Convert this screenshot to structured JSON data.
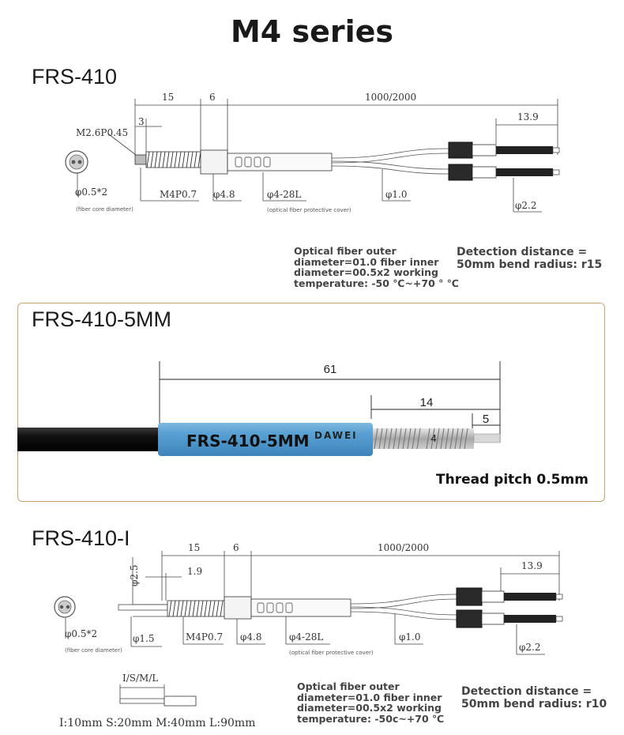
{
  "title": "M4 series",
  "section1": {
    "model": "FRS-410",
    "dims": {
      "d15": "15",
      "d6": "6",
      "d1000": "1000/2000",
      "d3": "3",
      "d139": "13.9",
      "thread_tip": "M2.6P0.45",
      "thread": "M4P0.7",
      "phi48": "φ4.8",
      "cover": "φ4-28L",
      "phi10": "φ1.0",
      "phi22": "φ2.2",
      "core": "φ0.5*2"
    },
    "core_caption": "(fiber core diameter)",
    "cover_caption": "(optical fiber protective cover)",
    "note_lines": [
      "Optical fiber outer",
      "diameter=01.0 fiber inner",
      "diameter=00.5x2 working",
      "temperature: -50 ℃~+70 ° ℃"
    ],
    "detection_lines": [
      "Detection distance =",
      "50mm bend radius: r15"
    ]
  },
  "section2": {
    "model": "FRS-410-5MM",
    "dims": {
      "d61": "61",
      "d14": "14",
      "d5": "5",
      "d4": "4"
    },
    "sleeve_text": "FRS-410-5MM",
    "brand": "DAWEI",
    "thread_pitch": "Thread pitch 0.5mm"
  },
  "section3": {
    "model": "FRS-410-I",
    "dims": {
      "d15": "15",
      "d6": "6",
      "d1000": "1000/2000",
      "d25": "φ2.5",
      "d19": "1.9",
      "d139": "13.9",
      "phi15": "φ1.5",
      "thread": "M4P0.7",
      "phi48": "φ4.8",
      "cover": "φ4-28L",
      "phi10": "φ1.0",
      "phi22": "φ2.2",
      "core": "φ0.5*2"
    },
    "core_caption": "(fiber core diameter)",
    "cover_caption": "(optical fiber protective cover)",
    "isml_label": "I/S/M/L",
    "isml_values": "I:10mm S:20mm M:40mm L:90mm",
    "note_lines": [
      "Optical fiber outer",
      "diameter=01.0 fiber inner",
      "diameter=00.5x2 working",
      "temperature: -50c~+70 ℃"
    ],
    "detection_lines": [
      "Detection distance =",
      "50mm bend radius: r10"
    ]
  }
}
